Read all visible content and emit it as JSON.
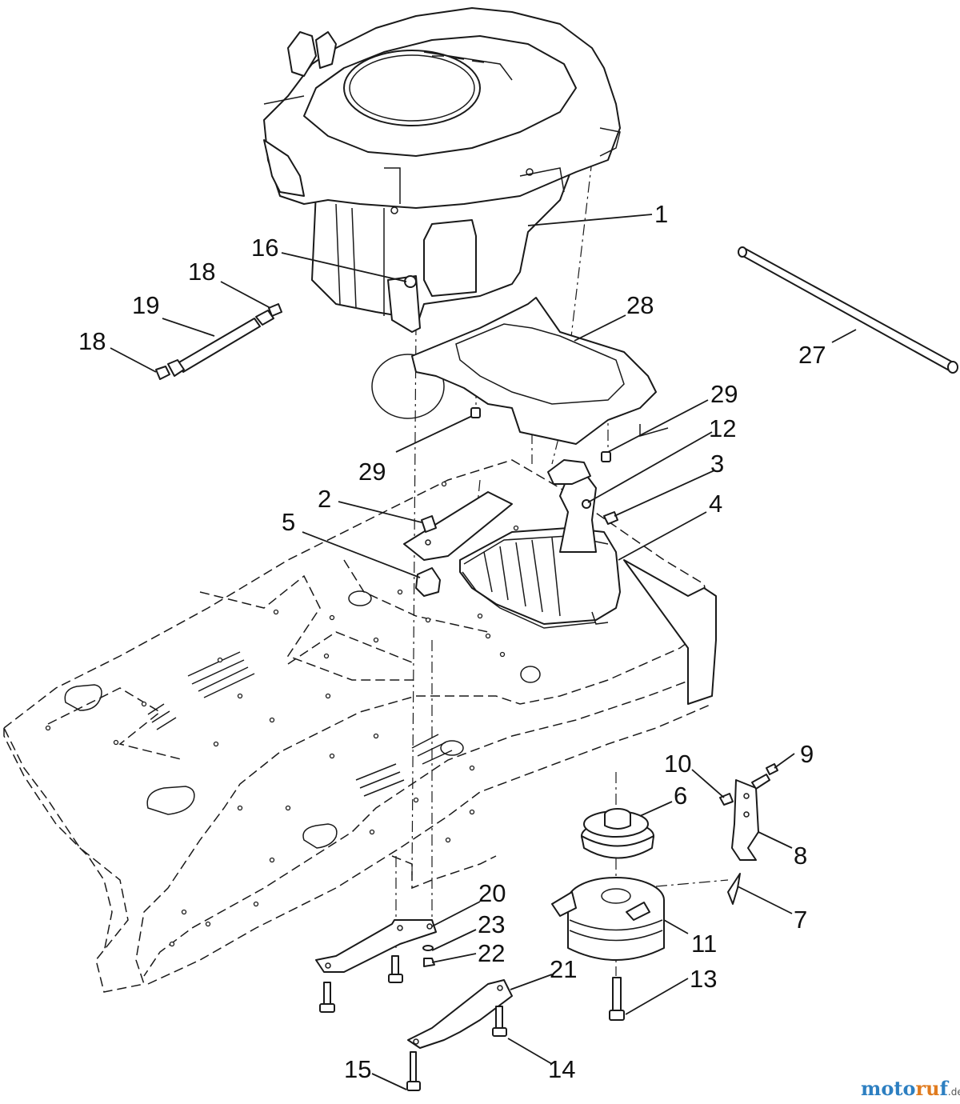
{
  "callouts": [
    {
      "label": "1"
    },
    {
      "label": "16"
    },
    {
      "label": "18"
    },
    {
      "label": "19"
    },
    {
      "label": "18"
    },
    {
      "label": "28"
    },
    {
      "label": "27"
    },
    {
      "label": "29"
    },
    {
      "label": "12"
    },
    {
      "label": "29"
    },
    {
      "label": "3"
    },
    {
      "label": "2"
    },
    {
      "label": "4"
    },
    {
      "label": "5"
    },
    {
      "label": "10"
    },
    {
      "label": "9"
    },
    {
      "label": "6"
    },
    {
      "label": "8"
    },
    {
      "label": "20"
    },
    {
      "label": "7"
    },
    {
      "label": "23"
    },
    {
      "label": "11"
    },
    {
      "label": "22"
    },
    {
      "label": "21"
    },
    {
      "label": "13"
    },
    {
      "label": "15"
    },
    {
      "label": "14"
    }
  ],
  "watermark": {
    "part1": "moto",
    "part2": "ru",
    "part3": "f",
    "suffix": ".de"
  }
}
